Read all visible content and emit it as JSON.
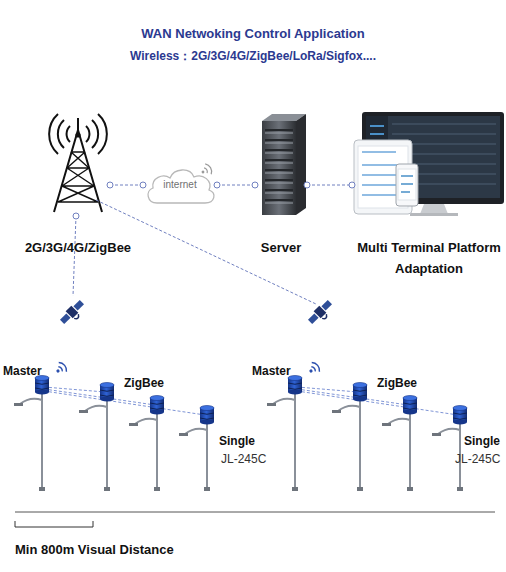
{
  "diagram": {
    "title": "WAN Netwoking Control Application",
    "nodes": [
      {
        "text": [
          "2G/3G/4G/ZigBee"
        ]
      },
      {
        "text": [
          "internet"
        ]
      },
      {
        "text": [
          "Server"
        ]
      },
      {
        "text": [
          "Multi Terminal Platform Adaptation"
        ]
      }
    ],
    "edges": [
      {
        "from": 0,
        "to": 1,
        "arrow": "none"
      },
      {
        "from": 1,
        "to": 2,
        "arrow": "none"
      },
      {
        "from": 2,
        "to": 3,
        "arrow": "none"
      }
    ],
    "labels": [
      "Wireless：2G/3G/4G/ZigBee/LoRa/Sigfox....",
      "Master",
      "ZigBee",
      "Single",
      "JL-245C",
      "Master",
      "ZigBee",
      "Single",
      "JL-245C",
      "Min 800m Visual Distance"
    ]
  }
}
